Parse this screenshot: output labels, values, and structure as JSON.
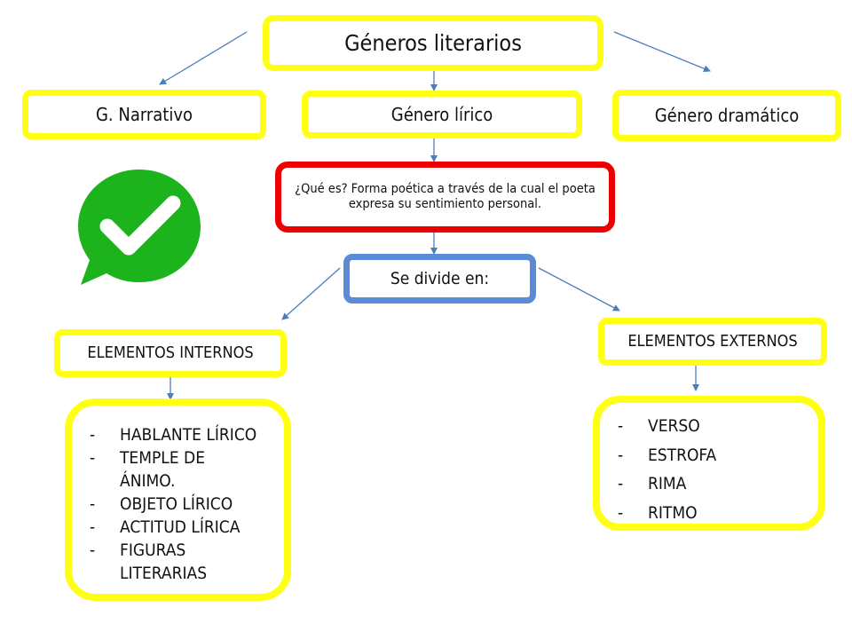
{
  "root": {
    "label": "Géneros literarios"
  },
  "genres": [
    {
      "label": "G. Narrativo"
    },
    {
      "label": "Género lírico"
    },
    {
      "label": "Género dramático"
    }
  ],
  "definition": {
    "text": "¿Qué es? Forma poética a través de la cual el poeta expresa su sentimiento personal."
  },
  "divide": {
    "label": "Se divide en:"
  },
  "internal": {
    "title": "ELEMENTOS INTERNOS",
    "dash": "-",
    "items": [
      "HABLANTE LÍRICO",
      "TEMPLE DE ÁNIMO.",
      "OBJETO LÍRICO",
      "ACTITUD LÍRICA",
      "FIGURAS LITERARIAS"
    ]
  },
  "external": {
    "title": "ELEMENTOS EXTERNOS",
    "dash": "-",
    "items": [
      "VERSO",
      "ESTROFA",
      "RIMA",
      "RITMO"
    ]
  },
  "colors": {
    "yellow": "#ffff14",
    "red": "#ee0000",
    "blue": "#5b8bd6",
    "arrow": "#4a7ebb",
    "check": "#1db31d"
  },
  "icons": {
    "badge": "check-bubble-icon"
  }
}
